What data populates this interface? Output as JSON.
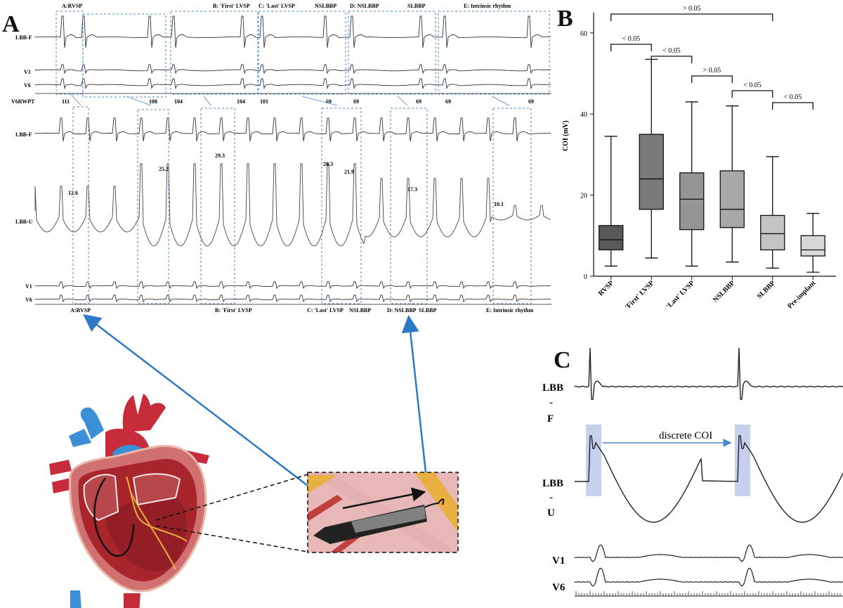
{
  "panels": {
    "a": "A",
    "b": "B",
    "c": "C"
  },
  "panel_a": {
    "top_section_labels": [
      "A:RVSP",
      "B: 'First' LVSP",
      "C: 'Last' LVSP",
      "NSLBBP",
      "D: NSLBBP",
      "SLBBP",
      "E: Intrinsic rhythm"
    ],
    "top_leads": [
      "LBB-F",
      "V1",
      "V6"
    ],
    "v6rwpt_label": "V6RWPT",
    "v6rwpt_values": [
      "111",
      "108",
      "104",
      "104",
      "101",
      "69",
      "69",
      "69",
      "69",
      "69"
    ],
    "mid_leads": [
      "LBB-F",
      "LBB-U"
    ],
    "coi_values": [
      "12.6",
      "25.2",
      "29.3",
      "28.3",
      "21.9",
      "17.3",
      "10.1"
    ],
    "bottom_leads": [
      "V1",
      "V6"
    ],
    "bottom_section_labels": [
      "A:RVSP",
      "B: 'First' LVSP",
      "C: 'Last' LVSP",
      "NSLBBP",
      "D: NSLBBP",
      "SLBBP",
      "E: Intrinsic rhythm"
    ]
  },
  "panel_c": {
    "lead_labels": [
      "LBB",
      "-",
      "F",
      "LBB",
      "-",
      "U",
      "V1",
      "V6"
    ],
    "annotation": "discrete COI"
  },
  "colors": {
    "accent": "#2e78c5",
    "box_dash": "#4a86d0",
    "highlight": "#b7c6e8",
    "heart_red": "#c62c3a",
    "heart_blue": "#3b8fd6",
    "myocardium": "#a8252c"
  },
  "chart_data": {
    "type": "box",
    "ylabel": "COI (mV)",
    "ylim": [
      0,
      65
    ],
    "yticks": [
      0,
      20,
      40,
      60
    ],
    "categories": [
      "RVSP",
      "'First' LVSP",
      "'Last' LVSP",
      "NSLBBP",
      "SLBBP",
      "Pre-implant"
    ],
    "fill_colors": [
      "#595959",
      "#7a7a7a",
      "#959595",
      "#a8a8a8",
      "#c4c4c4",
      "#d8d8d8"
    ],
    "boxes": [
      {
        "min": 2.5,
        "q1": 6.5,
        "median": 9.0,
        "q3": 12.5,
        "max": 34.5
      },
      {
        "min": 4.5,
        "q1": 16.5,
        "median": 24.0,
        "q3": 35.0,
        "max": 53.5
      },
      {
        "min": 2.5,
        "q1": 11.5,
        "median": 19.0,
        "q3": 25.5,
        "max": 43.0
      },
      {
        "min": 3.5,
        "q1": 12.0,
        "median": 16.5,
        "q3": 26.0,
        "max": 42.0
      },
      {
        "min": 2.0,
        "q1": 6.5,
        "median": 10.5,
        "q3": 15.0,
        "max": 29.5
      },
      {
        "min": 1.0,
        "q1": 5.0,
        "median": 6.5,
        "q3": 10.0,
        "max": 15.5
      }
    ],
    "brackets": [
      {
        "from": 0,
        "to": 4,
        "label": "> 0.05"
      },
      {
        "from": 0,
        "to": 1,
        "label": "< 0.05"
      },
      {
        "from": 1,
        "to": 2,
        "label": "< 0.05"
      },
      {
        "from": 2,
        "to": 3,
        "label": "> 0.05"
      },
      {
        "from": 3,
        "to": 4,
        "label": "< 0.05"
      },
      {
        "from": 4,
        "to": 5,
        "label": "< 0.05"
      }
    ]
  }
}
